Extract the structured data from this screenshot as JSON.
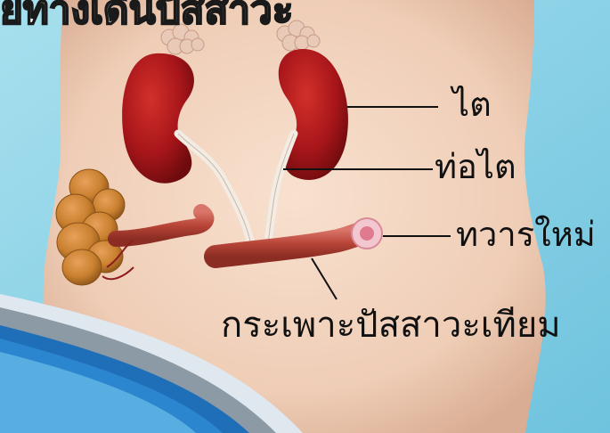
{
  "title_fragment": "ยทางเดินปัสสาวะ",
  "labels": {
    "kidney": "ไต",
    "ureter": "ท่อไต",
    "stoma": "ทวารใหม่",
    "neobladder": "กระเพาะปัสสาวะเทียม"
  },
  "colors": {
    "background": "#8fd3e6",
    "skin": "#f2d3bd",
    "kidney": "#a8161a",
    "bowel": "#c0473a",
    "banner_blue": "#1f6fb8"
  }
}
